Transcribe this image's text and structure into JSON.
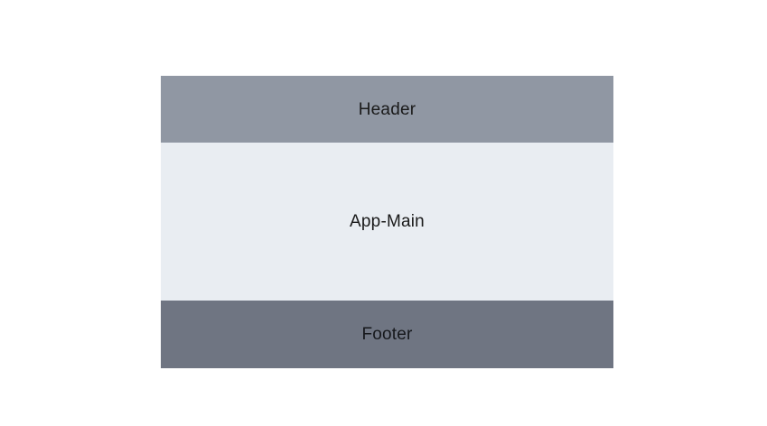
{
  "page": {
    "background": "#ffffff"
  },
  "layout": {
    "header": {
      "label": "Header",
      "background": "#9097a3",
      "text_color": "#1a1a1a"
    },
    "main": {
      "label": "App-Main",
      "background": "#e9edf2",
      "text_color": "#1a1a1a"
    },
    "footer": {
      "label": "Footer",
      "background": "#6f7582",
      "text_color": "#16181c"
    }
  }
}
